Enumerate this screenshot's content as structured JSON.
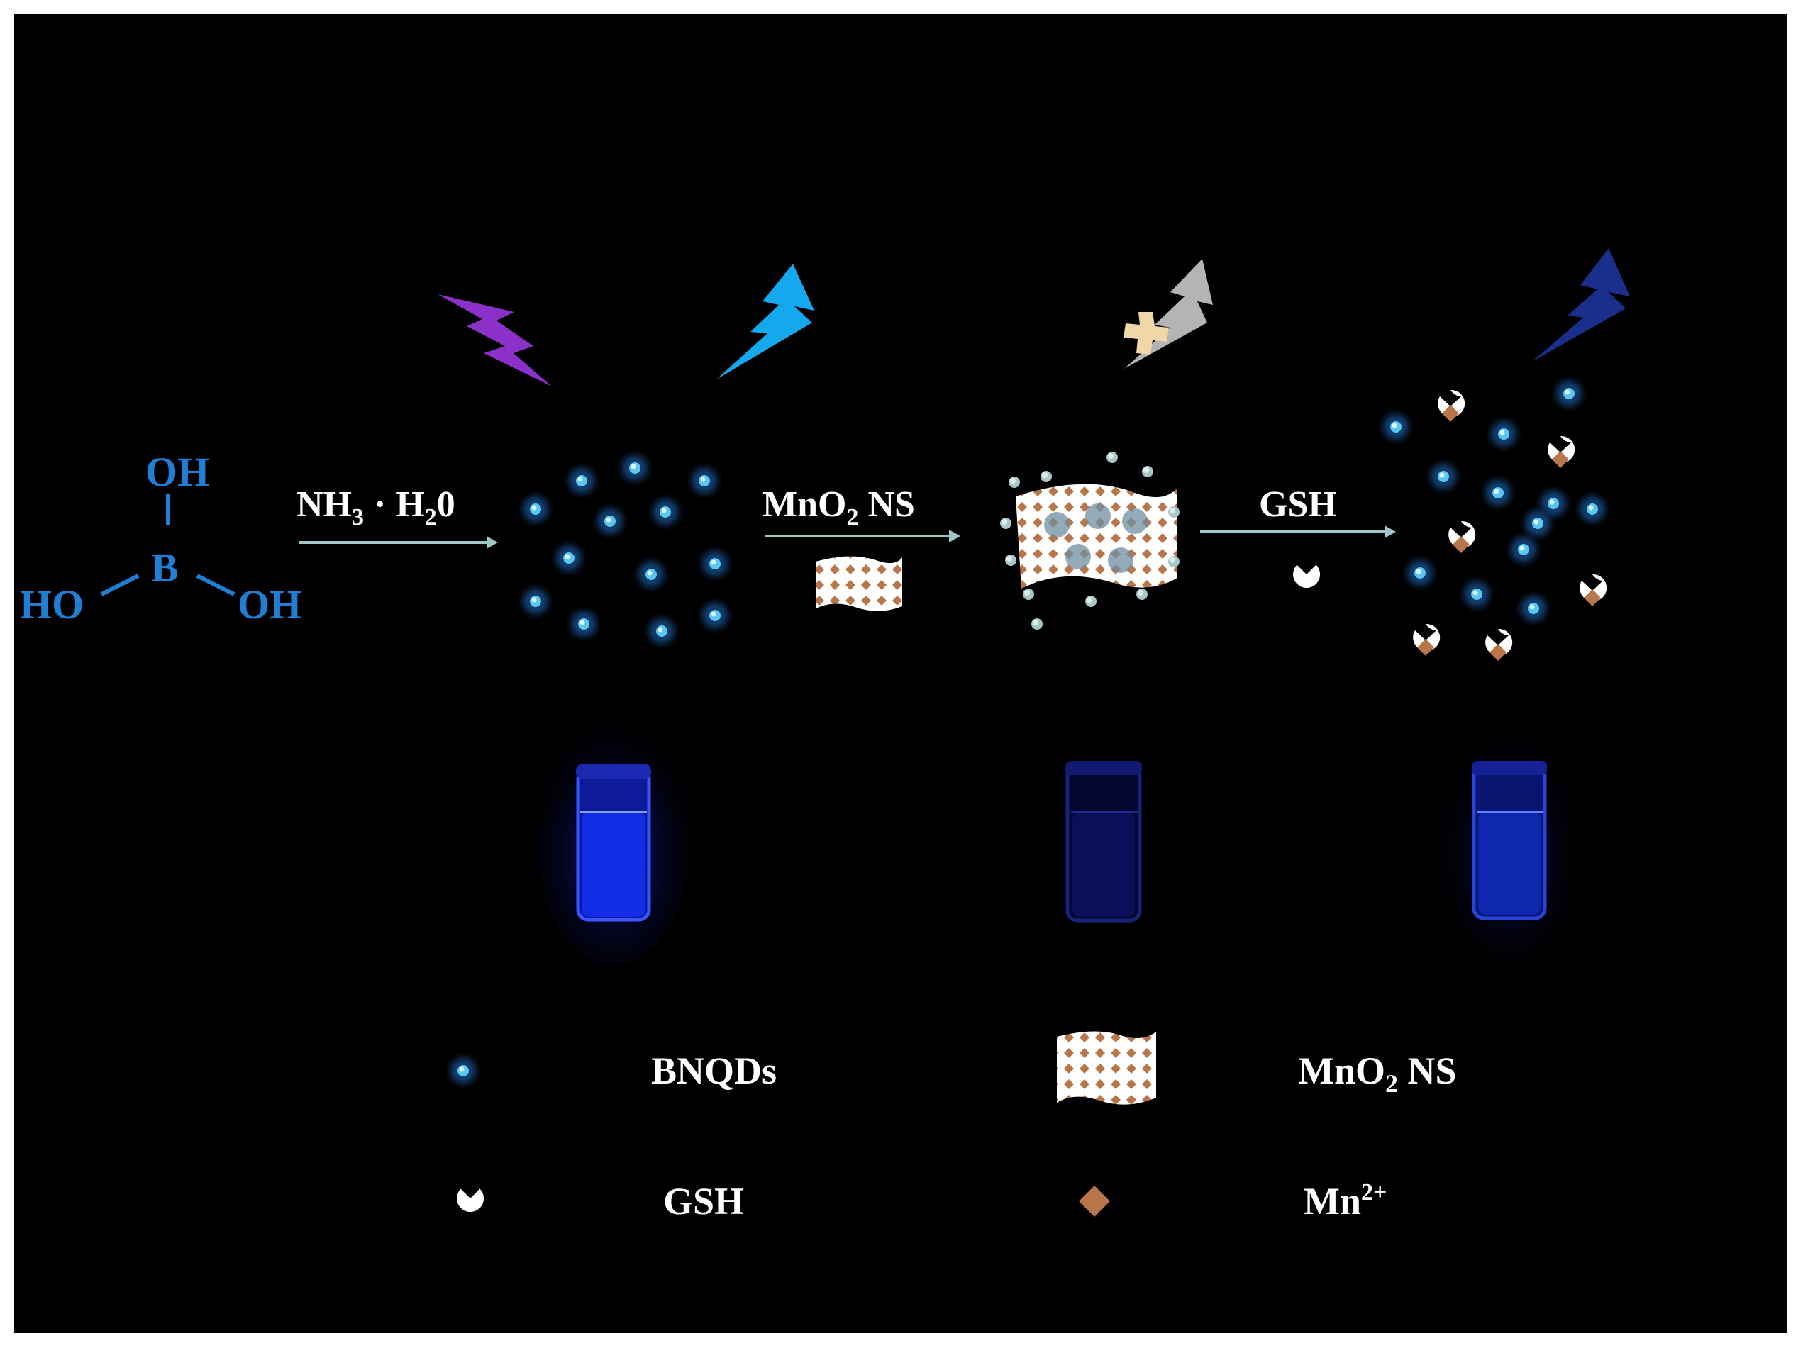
{
  "molecule": {
    "oh_top": "OH",
    "boron": "B",
    "ho_left": "HO",
    "oh_right": "OH"
  },
  "steps": {
    "step1": {
      "nh3": "NH",
      "nh3_sub": "3",
      "dot": "·",
      "h2o_h": "H",
      "h2o_sub": "2",
      "h2o_zero": "0"
    },
    "step2": {
      "mno2_pre": "MnO",
      "mno2_sub": "2",
      "mno2_post": " NS"
    },
    "step3": {
      "gsh": "GSH"
    }
  },
  "legend": {
    "bnqds": "BNQDs",
    "mno2_pre": "MnO",
    "mno2_sub": "2",
    "mno2_post": " NS",
    "gsh": "GSH",
    "mn_base": "Mn",
    "mn_sup": "2+"
  },
  "colors": {
    "background": "#000000",
    "molecule": "#1e7fd4",
    "qd_core": "#4fc3ea",
    "qd_glow": "#1a4a78",
    "manganese": "#b8764a",
    "gsh": "#ffffff",
    "arrow": "#9fc7c7",
    "flash_violet": "#8b30c8",
    "flash_cyan": "#14a8ee",
    "flash_gray": "#b4b4b4",
    "flash_navy": "#1a2e8c",
    "vial_blue": "#1f3cff"
  }
}
